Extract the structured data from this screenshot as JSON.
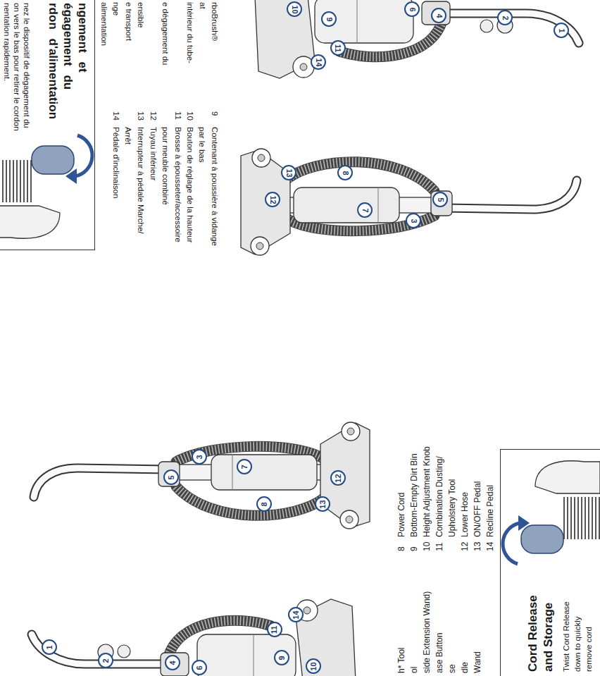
{
  "diagram": {
    "nodes": [
      {
        "text": [
          "ngement et égagement du rdon d'alimentation",
          "nez le dispositif de dégagement du on vers le bas pour retirer le cordon nentation rapidement."
        ]
      },
      {
        "text": [
          "Cord Release and Storage",
          "Twist Cord Release down to quickly remove cord"
        ]
      }
    ],
    "labels": [
      "8",
      "Power Cord",
      "9",
      "Bottom-Empty Dirt Bin",
      "10",
      "Height Adjustment Knob",
      "11",
      "Combination Dusting/ Upholstery Tool",
      "12",
      "Lower Hose",
      "13",
      "ON/OFF Pedal",
      "14",
      "Recline Pedal",
      "h* Tool",
      "ol",
      "side Extension Wand)",
      "ase Button",
      "se",
      "dle",
      "Wand",
      "1",
      "2",
      "3",
      "4",
      "5",
      "6",
      "7",
      "8",
      "9",
      "10",
      "11",
      "12",
      "13",
      "14",
      "1",
      "2",
      "3",
      "4",
      "5",
      "6",
      "7",
      "8",
      "9",
      "10",
      "11",
      "12",
      "13",
      "14",
      "9",
      "Contenant à poussière à vidange par le bas",
      "10",
      "Bouton de réglage de la hauteur",
      "11",
      "Brosse à épousseter/accessoire pour meuble combiné",
      "12",
      "Tuyau inférieur",
      "13",
      "Interrupteur à pédale Marche/ Arrêt",
      "14",
      "Pédale d'inclinaison",
      "rboBrush®",
      "at",
      "intérieur du tube-",
      "e dégagement du",
      "ensible",
      "e transport",
      "nge",
      "alimentation"
    ]
  }
}
